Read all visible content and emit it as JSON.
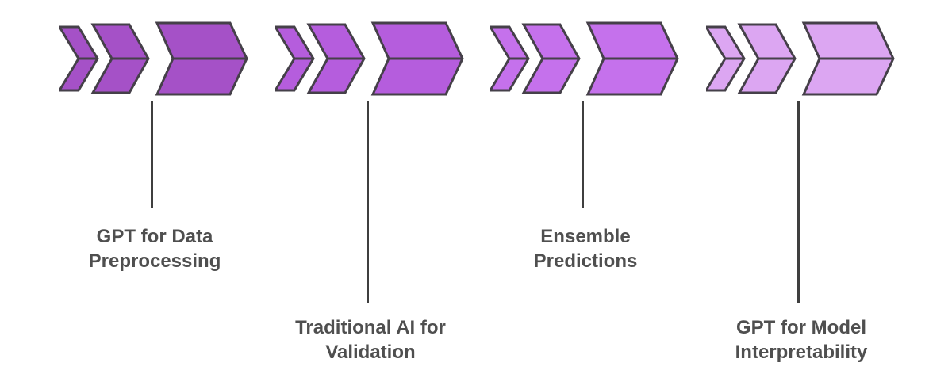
{
  "theme": {
    "background": "#ffffff",
    "outline": "#454049",
    "connector": "#3f3f3f",
    "text": "#4f4f4f"
  },
  "stages": [
    {
      "label_line1": "GPT for Data",
      "label_line2": "Preprocessing",
      "color": "#a551c7",
      "connector_length": "short"
    },
    {
      "label_line1": "Traditional AI for",
      "label_line2": "Validation",
      "color": "#b55ddd",
      "connector_length": "long"
    },
    {
      "label_line1": "Ensemble",
      "label_line2": "Predictions",
      "color": "#c571ec",
      "connector_length": "short"
    },
    {
      "label_line1": "GPT for Model",
      "label_line2": "Interpretability",
      "color": "#dca6f2",
      "connector_length": "long"
    }
  ]
}
